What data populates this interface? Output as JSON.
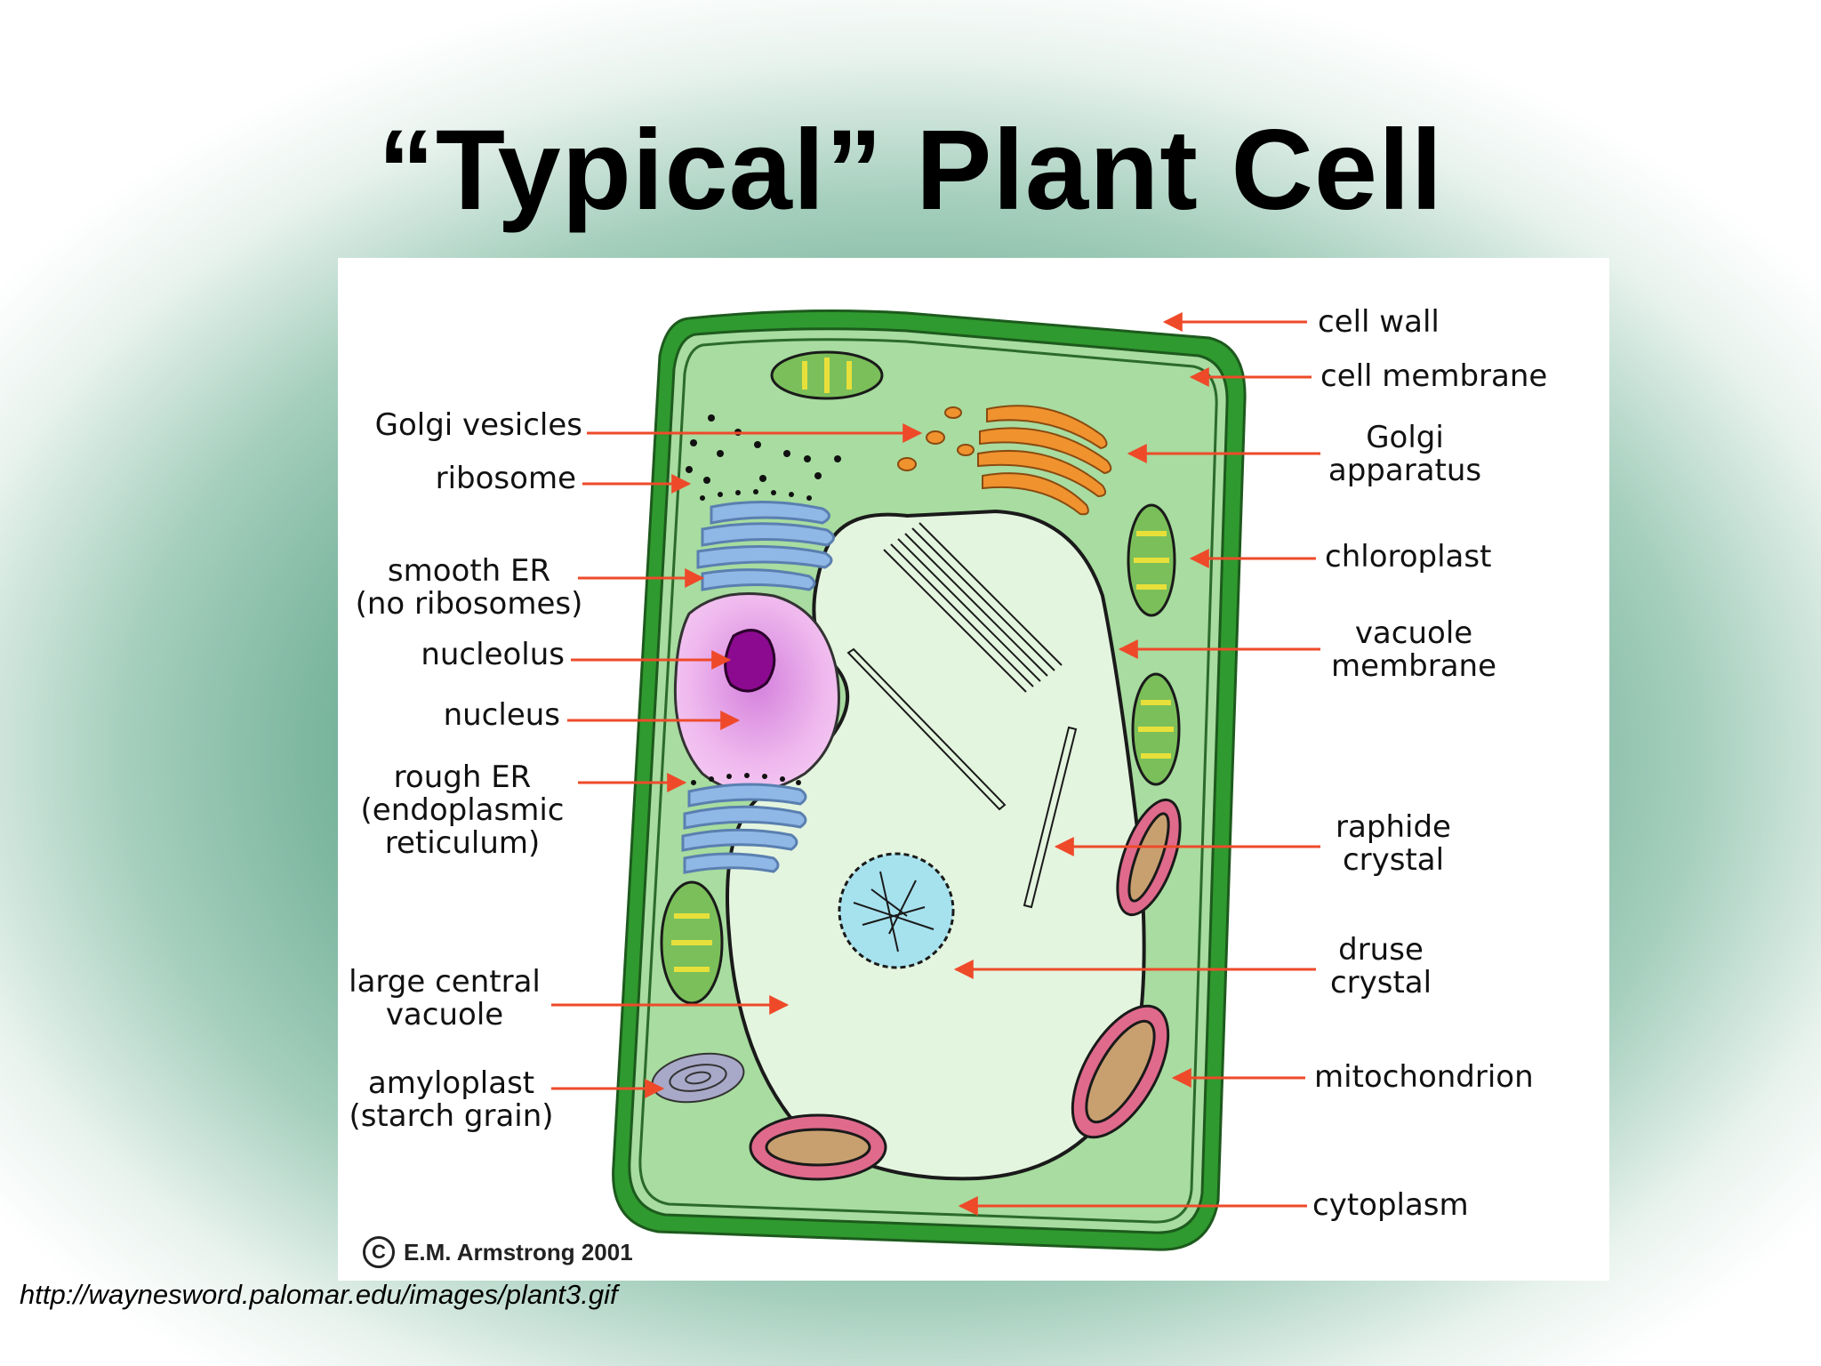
{
  "title": "“Typical” Plant Cell",
  "labels": {
    "golgi_vesicles": "Golgi vesicles",
    "ribosome": "ribosome",
    "smooth_er": [
      "smooth ER",
      "(no ribosomes)"
    ],
    "nucleolus": "nucleolus",
    "nucleus": "nucleus",
    "rough_er": [
      "rough ER",
      "(endoplasmic",
      "reticulum)"
    ],
    "large_central_vacuole": [
      "large central",
      "vacuole"
    ],
    "amyloplast": [
      "amyloplast",
      "(starch grain)"
    ],
    "cell_wall": "cell wall",
    "cell_membrane": "cell membrane",
    "golgi_apparatus": [
      "Golgi",
      "apparatus"
    ],
    "chloroplast": "chloroplast",
    "vacuole_membrane": [
      "vacuole",
      "membrane"
    ],
    "raphide_crystal": [
      "raphide",
      "crystal"
    ],
    "druse_crystal": [
      "druse",
      "crystal"
    ],
    "mitochondrion": "mitochondrion",
    "cytoplasm": "cytoplasm"
  },
  "copyright": {
    "symbol": "C",
    "text": "E.M. Armstrong 2001"
  },
  "source_url": "http://waynesword.palomar.edu/images/plant3.gif",
  "colors": {
    "cell_wall": "#2f9a2f",
    "cytoplasm": "#a8dca0",
    "vacuole": "#e4f5df",
    "nucleus": "#e6a8e8",
    "nucleolus": "#8b0a8f",
    "golgi": "#f0922e",
    "er": "#8fb8e6",
    "chloroplast": "#7bbf5a",
    "mitochondrion": "#e06a8c",
    "arrow": "#ee4a2a"
  }
}
